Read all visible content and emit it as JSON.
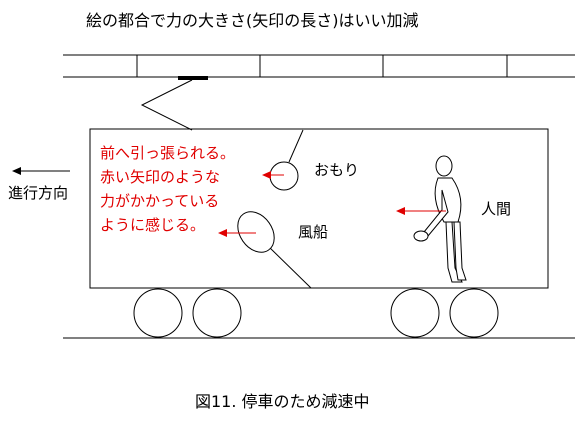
{
  "title": "絵の都合で力の大きさ(矢印の長さ)はいい加減",
  "caption": "図11. 停車のため減速中",
  "direction_label": "進行方向",
  "labels": {
    "weight": "おもり",
    "person": "人間",
    "balloon": "風船"
  },
  "explanation_lines": [
    "前へ引っ張られる。",
    "赤い矢印のような",
    "力がかかっている",
    "ように感じる。"
  ],
  "colors": {
    "force_arrow": "#e00000",
    "line": "#000000",
    "background": "#ffffff"
  }
}
